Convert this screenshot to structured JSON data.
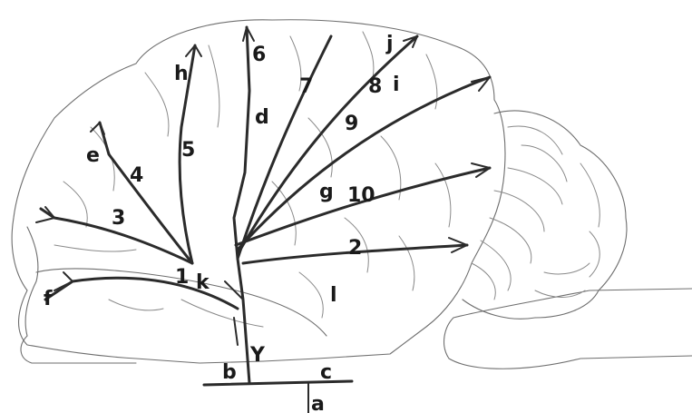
{
  "figure": {
    "branch_numbers": [
      "1",
      "2",
      "3",
      "4",
      "5",
      "6",
      "7",
      "8",
      "9",
      "10"
    ],
    "letters": {
      "a": "a",
      "b": "b",
      "c": "c",
      "d": "d",
      "e": "e",
      "f": "f",
      "g": "g",
      "h": "h",
      "i": "i",
      "j": "j",
      "k": "k",
      "l": "l",
      "Y": "Y"
    }
  }
}
